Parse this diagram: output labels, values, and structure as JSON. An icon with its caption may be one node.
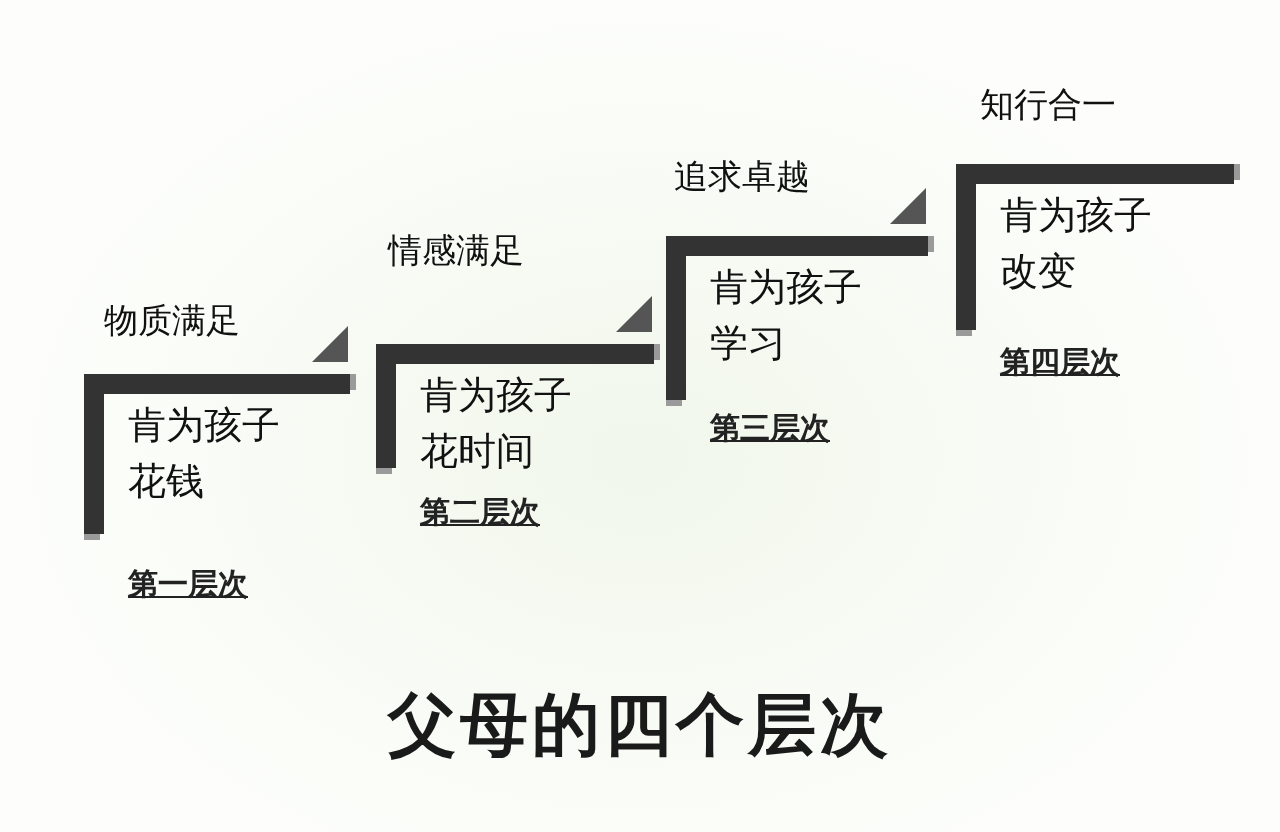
{
  "diagram": {
    "title": "父母的四个层次",
    "nodes": [
      {
        "text": [
          "物质满足",
          "肯为孩子花钱",
          "第一层次"
        ]
      },
      {
        "text": [
          "情感满足",
          "肯为孩子花时间",
          "第二层次"
        ]
      },
      {
        "text": [
          "追求卓越",
          "肯为孩子学习",
          "第三层次"
        ]
      },
      {
        "text": [
          "知行合一",
          "肯为孩子改变",
          "第四层次"
        ]
      }
    ]
  }
}
